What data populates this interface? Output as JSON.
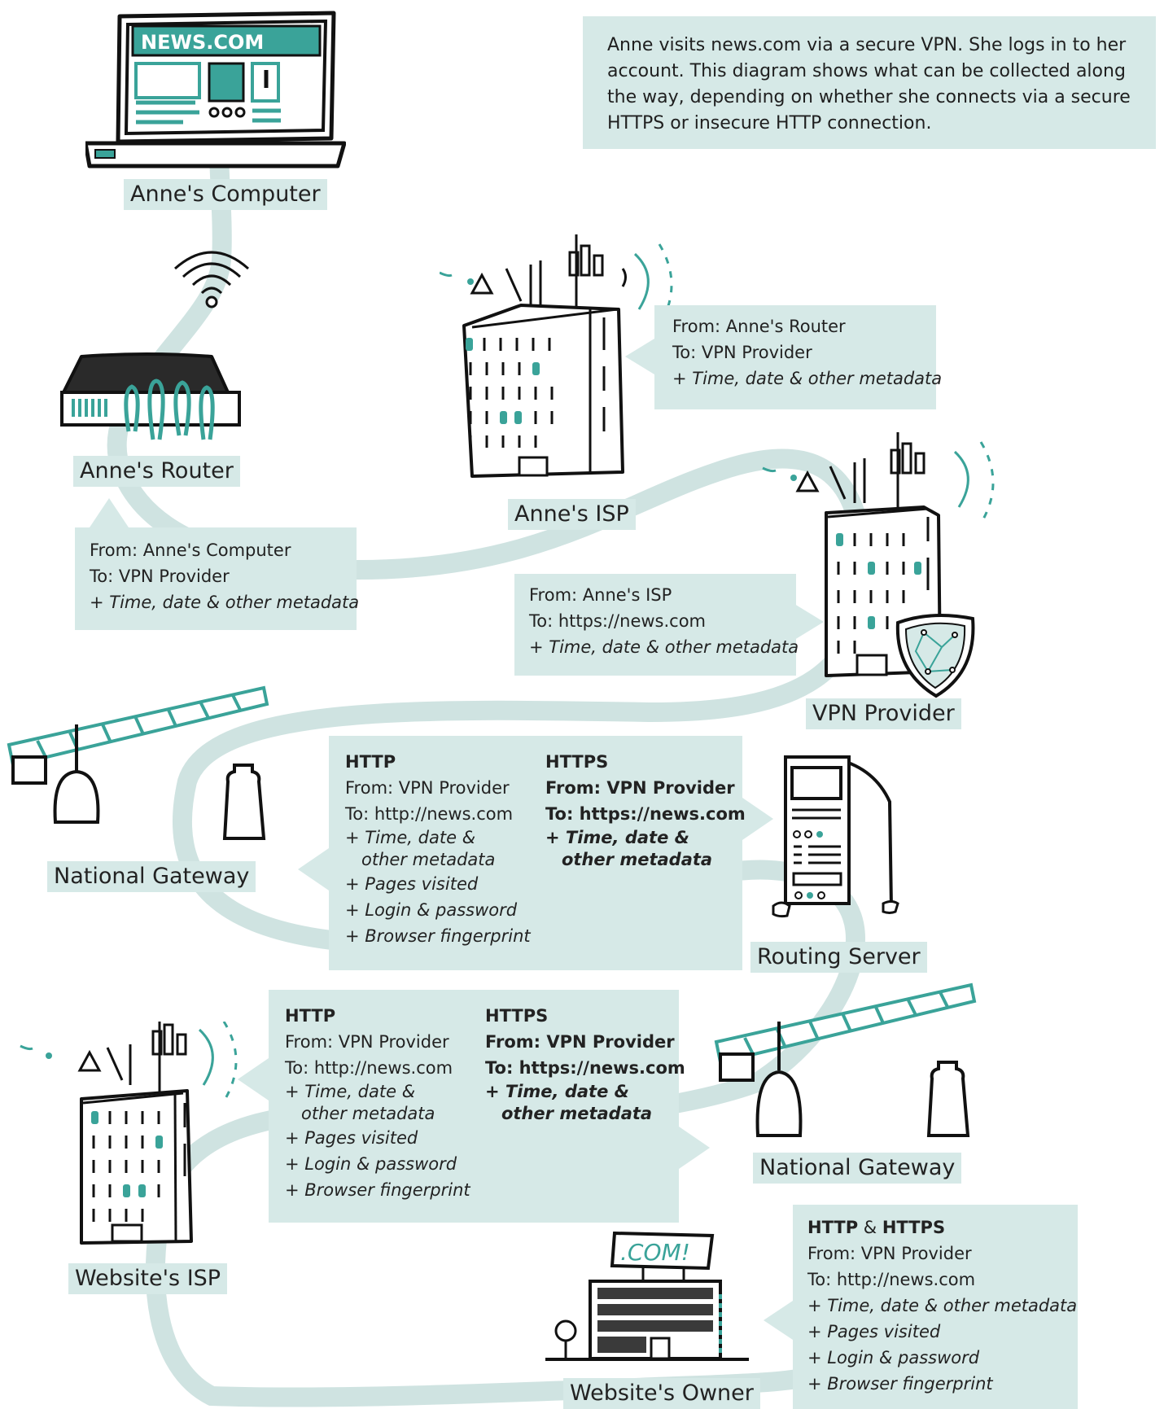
{
  "intro": "Anne visits news.com via a secure VPN. She logs in to her account. This diagram shows what can be collected along the way, depending on whether she connects via a secure HTTPS or insecure HTTP connection.",
  "laptop_screen_text": "NEWS.COM",
  "sign_text": ".COM!",
  "colors": {
    "teal": "#3aa399",
    "path": "#cfe3e1",
    "box": "#d6e9e7",
    "ink": "#111111"
  },
  "nodes": {
    "annes_computer": "Anne's Computer",
    "annes_router": "Anne's Router",
    "annes_isp": "Anne's ISP",
    "vpn_provider": "VPN Provider",
    "national_gateway_1": "National Gateway",
    "routing_server": "Routing Server",
    "national_gateway_2": "National Gateway",
    "websites_isp": "Website's ISP",
    "websites_owner": "Website's Owner"
  },
  "boxes": {
    "router": {
      "from": "From: Anne's Computer",
      "to": "To: VPN Provider",
      "meta": "+ Time, date & other metadata"
    },
    "isp": {
      "from": "From: Anne's Router",
      "to": "To: VPN Provider",
      "meta": "+ Time, date & other metadata"
    },
    "vpn": {
      "from": "From: Anne's ISP",
      "to": "To: https://news.com",
      "meta": "+ Time, date & other metadata"
    },
    "gateway1": {
      "http": {
        "title": "HTTP",
        "from": "From: VPN Provider",
        "to": "To: http://news.com",
        "meta1": "+ Time, date &",
        "meta2": "other metadata",
        "pages": "+ Pages visited",
        "login": "+ Login & password",
        "fingerprint": "+ Browser fingerprint"
      },
      "https": {
        "title": "HTTPS",
        "from": "From: VPN Provider",
        "to": "To: https://news.com",
        "meta1": "+ Time, date &",
        "meta2": "other metadata"
      }
    },
    "gateway2": {
      "http": {
        "title": "HTTP",
        "from": "From: VPN Provider",
        "to": "To: http://news.com",
        "meta1": "+ Time, date &",
        "meta2": "other metadata",
        "pages": "+ Pages visited",
        "login": "+ Login & password",
        "fingerprint": "+ Browser fingerprint"
      },
      "https": {
        "title": "HTTPS",
        "from": "From: VPN Provider",
        "to": "To: https://news.com",
        "meta1": "+ Time, date &",
        "meta2": "other metadata"
      }
    },
    "owner": {
      "title_http": "HTTP",
      "title_amp": " & ",
      "title_https": "HTTPS",
      "from": "From: VPN Provider",
      "to": "To: http://news.com",
      "meta": "+ Time, date & other metadata",
      "pages": "+ Pages visited",
      "login": "+ Login & password",
      "fingerprint": "+ Browser fingerprint"
    }
  }
}
